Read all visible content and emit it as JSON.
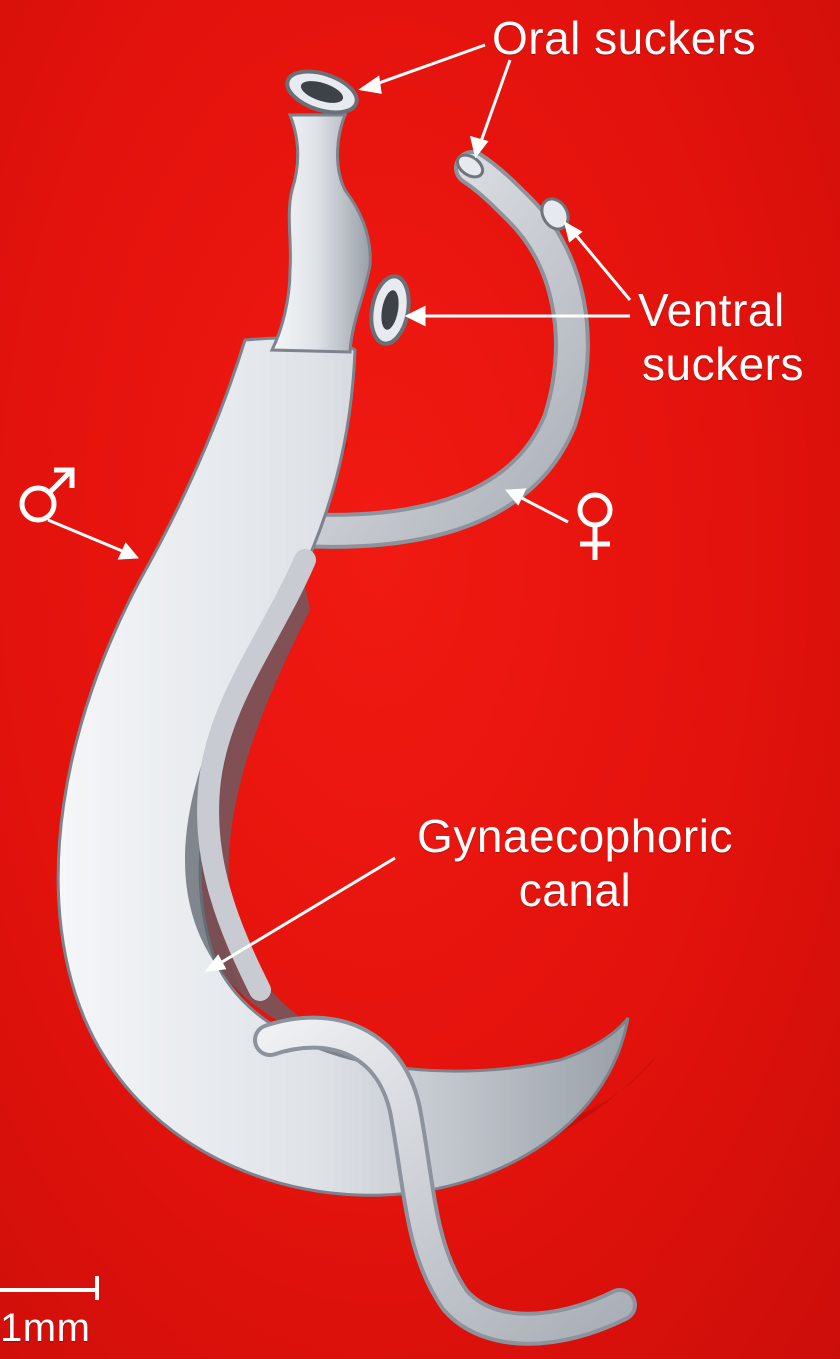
{
  "labels": {
    "oral_suckers": "Oral  suckers",
    "ventral_line1": "Ventral",
    "ventral_line2": "suckers",
    "gyn_line1": "Gynaecophoric",
    "gyn_line2": "canal",
    "scale": "1mm"
  },
  "symbols": {
    "male": "male-symbol",
    "female": "female-symbol"
  },
  "colors": {
    "background": "#e8120e",
    "worm": "#dfe3e8",
    "worm_shadow": "#8d939c",
    "label": "#ffffff"
  }
}
